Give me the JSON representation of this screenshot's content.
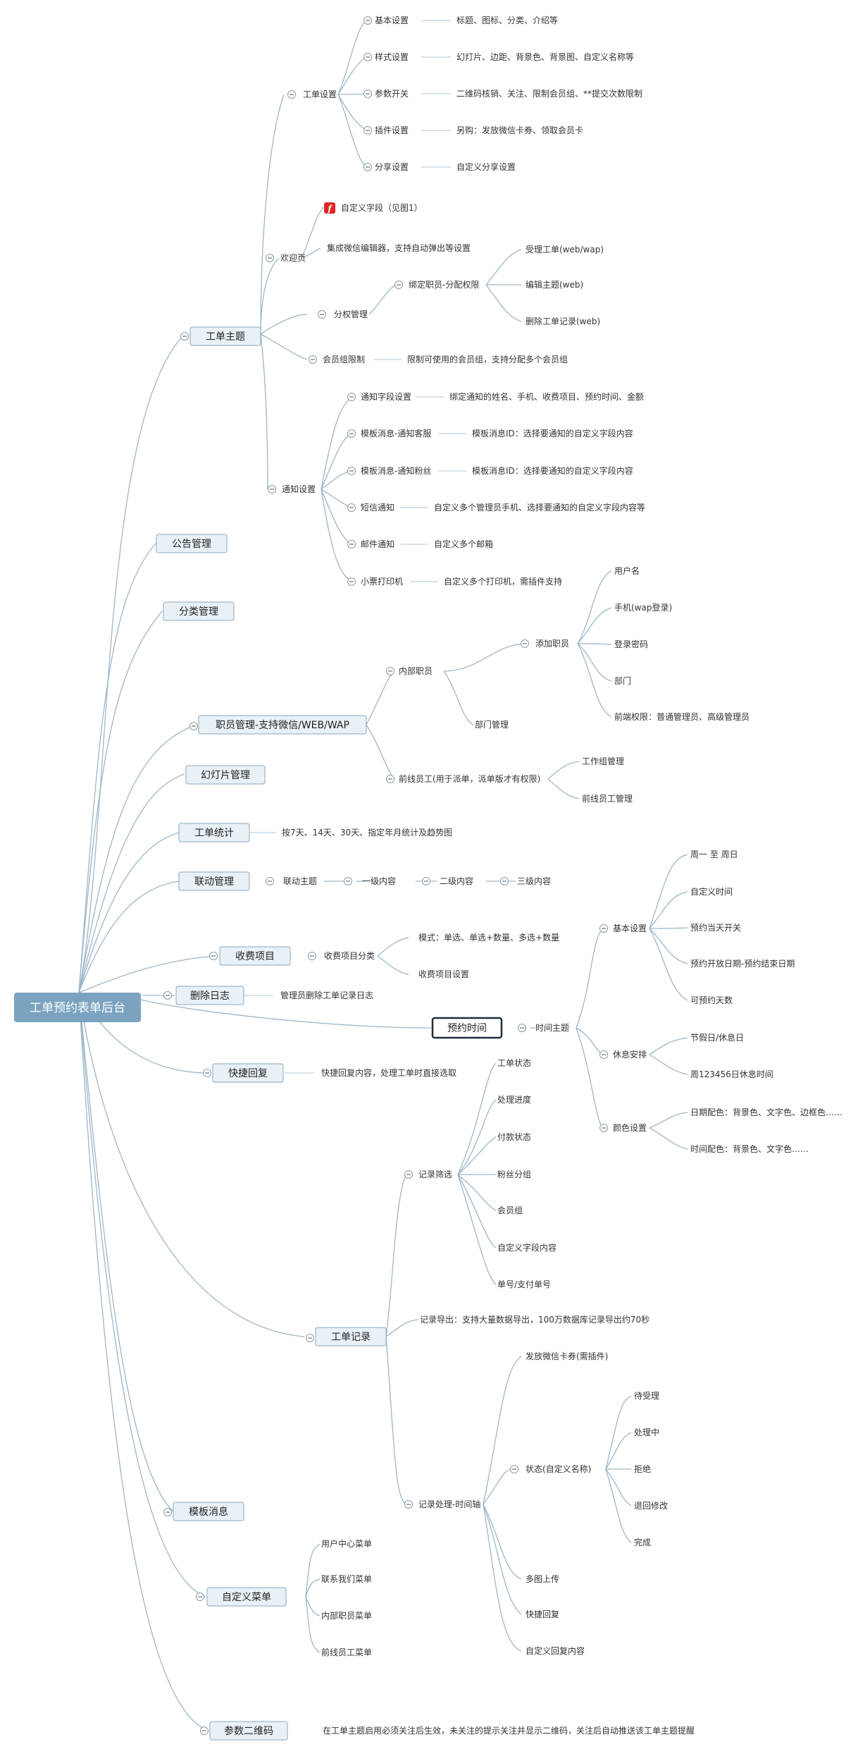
{
  "root": "工单预约表单后台",
  "nodes": {
    "topic": "工单主题",
    "ts_setting": "工单设置",
    "ts_basic": "基本设置",
    "ts_basic_d": "标题、图标、分类、介绍等",
    "ts_style": "样式设置",
    "ts_style_d": "幻灯片、边距、背景色、背景图、自定义名称等",
    "ts_param": "参数开关",
    "ts_param_d": "二维码核销、关注、限制会员组、**提交次数限制",
    "ts_plugin": "插件设置",
    "ts_plugin_d": "另购：发放微信卡券、领取会员卡",
    "ts_share": "分享设置",
    "ts_share_d": "自定义分享设置",
    "welcome": "欢迎页",
    "custom_field": "自定义字段（见图1）",
    "welcome_d": "集成微信编辑器，支持自动弹出等设置",
    "perm": "分权管理",
    "perm_bind": "绑定职员-分配权限",
    "perm_1": "受理工单(web/wap)",
    "perm_2": "编辑主题(web)",
    "perm_3": "删除工单记录(web)",
    "member_limit": "会员组限制",
    "member_limit_d": "限制可使用的会员组，支持分配多个会员组",
    "notify": "通知设置",
    "nf_field": "通知字段设置",
    "nf_field_d": "绑定通知的姓名、手机、收费项目、预约时间、金额",
    "nf_tpl_cs": "模板消息-通知客服",
    "nf_tpl_cs_d": "模板消息ID：选择要通知的自定义字段内容",
    "nf_tpl_fan": "模板消息-通知粉丝",
    "nf_tpl_fan_d": "模板消息ID：选择要通知的自定义字段内容",
    "nf_sms": "短信通知",
    "nf_sms_d": "自定义多个管理员手机、选择要通知的自定义字段内容等",
    "nf_mail": "邮件通知",
    "nf_mail_d": "自定义多个邮箱",
    "nf_printer": "小票打印机",
    "nf_printer_d": "自定义多个打印机，需插件支持",
    "notice": "公告管理",
    "category": "分类管理",
    "staff": "职员管理-支持微信/WEB/WAP",
    "staff_inner": "内部职员",
    "staff_add": "添加职员",
    "sa_user": "用户名",
    "sa_phone": "手机(wap登录)",
    "sa_pwd": "登录密码",
    "sa_dept": "部门",
    "sa_frontperm": "前端权限：普通管理员、高级管理员",
    "staff_dept": "部门管理",
    "staff_front": "前线员工(用于派单，派单版才有权限)",
    "sf_group": "工作组管理",
    "sf_manage": "前线员工管理",
    "slides": "幻灯片管理",
    "stats": "工单统计",
    "stats_d": "按7天、14天、30天、指定年月统计及趋势图",
    "linkage": "联动管理",
    "lk_topic": "联动主题",
    "lk_l1": "一级内容",
    "lk_l2": "二级内容",
    "lk_l3": "三级内容",
    "fee": "收费项目",
    "fee_cat": "收费项目分类",
    "fee_mode": "模式：单选、单选+数量、多选+数量",
    "fee_set": "收费项目设置",
    "dellog": "删除日志",
    "dellog_d": "管理员删除工单记录日志",
    "booking": "预约时间",
    "bk_topic": "时间主题",
    "bk_basic": "基本设置",
    "bk_b1": "周一 至 周日",
    "bk_b2": "自定义时间",
    "bk_b3": "预约当天开关",
    "bk_b4": "预约开放日期-预约结束日期",
    "bk_b5": "可预约天数",
    "bk_rest": "休息安排",
    "bk_r1": "节假日/休息日",
    "bk_r2": "周123456日休息时间",
    "bk_color": "颜色设置",
    "bk_c1": "日期配色：背景色、文字色、边框色……",
    "bk_c2": "时间配色：背景色、文字色……",
    "quick": "快捷回复",
    "quick_d": "快捷回复内容，处理工单时直接选取",
    "record": "工单记录",
    "rc_filter": "记录筛选",
    "rf_1": "工单状态",
    "rf_2": "处理进度",
    "rf_3": "付款状态",
    "rf_4": "粉丝分组",
    "rf_5": "会员组",
    "rf_6": "自定义字段内容",
    "rf_7": "单号/支付单号",
    "rc_export": "记录导出：支持大量数据导出，100万数据库记录导出约70秒",
    "rc_process": "记录处理-时间轴",
    "rp_card": "发放微信卡券(需插件)",
    "rp_status": "状态(自定义名称)",
    "rs_1": "待受理",
    "rs_2": "处理中",
    "rs_3": "拒绝",
    "rs_4": "退回修改",
    "rs_5": "完成",
    "rp_upload": "多图上传",
    "rp_quick": "快捷回复",
    "rp_custom": "自定义回复内容",
    "template": "模板消息",
    "menu": "自定义菜单",
    "mn_1": "用户中心菜单",
    "mn_2": "联系我们菜单",
    "mn_3": "内部职员菜单",
    "mn_4": "前线员工菜单",
    "qrcode": "参数二维码",
    "qrcode_d": "在工单主题启用必须关注后生效，未关注的提示关注并显示二维码，关注后自动推送该工单主题提醒",
    "icon_glyph": "f"
  },
  "colors": {
    "root_fill": "#7ba3bf",
    "edge": "#9db6c8",
    "box_fill": "#e9f1f7",
    "box_stroke": "#8aa6bb",
    "selected_stroke": "#1f2d3a",
    "icon_red": "#e02424"
  }
}
